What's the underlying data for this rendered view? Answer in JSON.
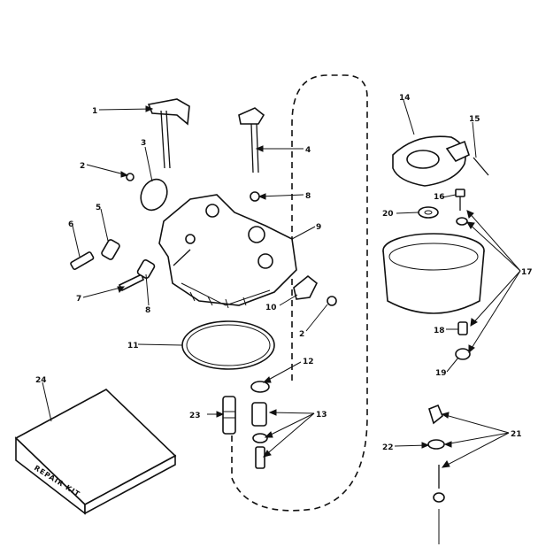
{
  "parts": [
    {
      "number": "1"
    },
    {
      "number": "2"
    },
    {
      "number": "3"
    },
    {
      "number": "4"
    },
    {
      "number": "5"
    },
    {
      "number": "6"
    },
    {
      "number": "7"
    },
    {
      "number": "8"
    },
    {
      "number": "9"
    },
    {
      "number": "10"
    },
    {
      "number": "11"
    },
    {
      "number": "12"
    },
    {
      "number": "13"
    },
    {
      "number": "14"
    },
    {
      "number": "15"
    },
    {
      "number": "16"
    },
    {
      "number": "17"
    },
    {
      "number": "18"
    },
    {
      "number": "19"
    },
    {
      "number": "20"
    },
    {
      "number": "21"
    },
    {
      "number": "22"
    },
    {
      "number": "23"
    },
    {
      "number": "24"
    }
  ],
  "kit_box": {
    "label": "REPAIR KIT"
  }
}
